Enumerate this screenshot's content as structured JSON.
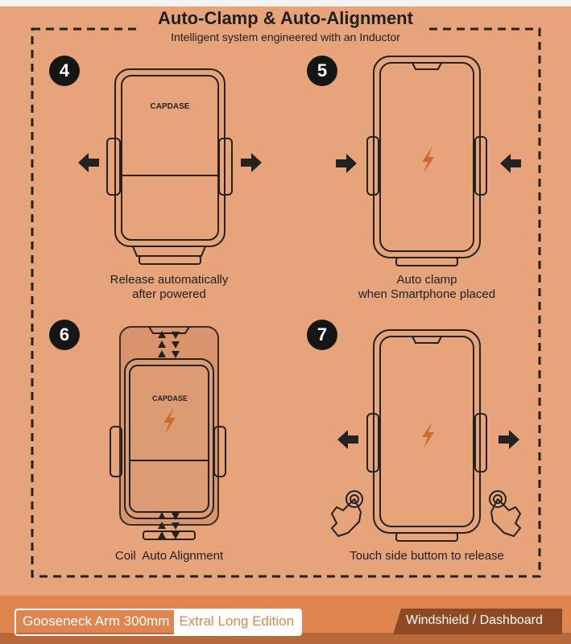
{
  "header": {
    "title": "Auto-Clamp & Auto-Alignment",
    "subtitle": "Intelligent system engineered with an Inductor"
  },
  "steps": [
    {
      "number": "4",
      "caption_line1": "Release automatically",
      "caption_line2": "after powered"
    },
    {
      "number": "5",
      "caption_line1": "Auto clamp",
      "caption_line2": "when Smartphone placed"
    },
    {
      "number": "6",
      "caption_line1": "Coil  Auto Alignment",
      "caption_line2": ""
    },
    {
      "number": "7",
      "caption_line1": "Touch side buttom to release",
      "caption_line2": ""
    }
  ],
  "brand": {
    "logo_text": "CAPDASE"
  },
  "footer": {
    "arm_label": "Gooseneck Arm 300mm",
    "edition_label": "Extral Long Edition",
    "mount_label": "Windshield / Dashboard"
  },
  "colors": {
    "background": "#e7a47b",
    "footer": "#df8550",
    "line": "#222222",
    "bolt": "#c96c35",
    "badge": "#161616"
  },
  "icons": [
    "arrow-left-icon",
    "arrow-right-icon",
    "lightning-bolt-icon",
    "hand-touch-icon",
    "triangle-up-icon",
    "triangle-down-icon"
  ]
}
